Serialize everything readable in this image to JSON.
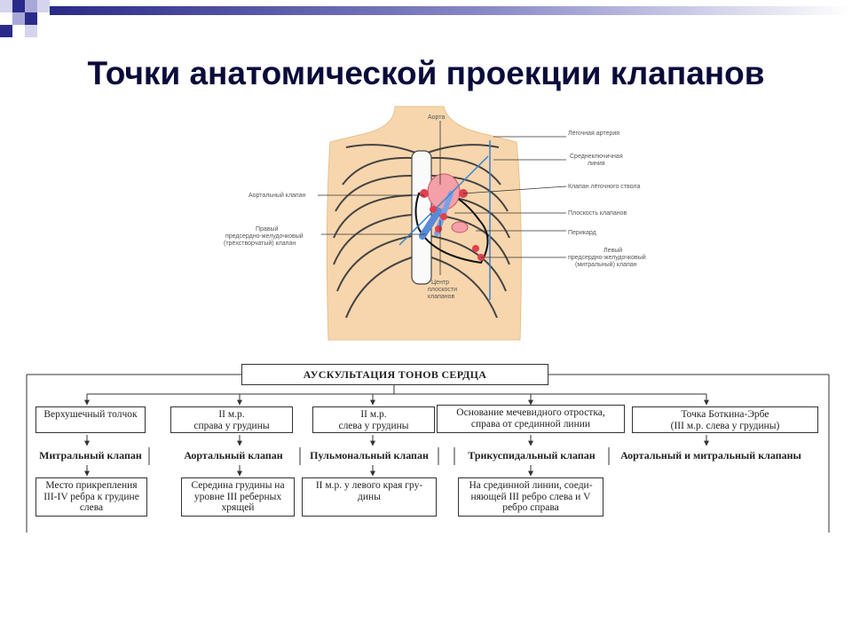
{
  "slide": {
    "title": "Точки анатомической проекции клапанов"
  },
  "anatomy": {
    "labels": {
      "aorta": "Аорта",
      "pulmonary_artery": "Лёгочная артерия",
      "midclavicular_line": [
        "Среднеключичная",
        "линия"
      ],
      "pulmonary_valve": "Клапан лёгочного ствола",
      "valve_plane": "Плоскость клапанов",
      "pericardium": "Перикард",
      "mitral": [
        "Левый",
        "предсердно-желудочковый",
        "(митральный) клапан"
      ],
      "aortic_valve": "Аортальный клапан",
      "tricuspid": [
        "Правый",
        "предсердно-желудочковый",
        "(трёхстворчатый) клапан"
      ],
      "center": [
        "Центр",
        "плоскости",
        "клапанов"
      ]
    }
  },
  "flow": {
    "header": "АУСКУЛЬТАЦИЯ ТОНОВ СЕРДЦА",
    "points": [
      {
        "lines": [
          "Верхушечный толчок"
        ]
      },
      {
        "lines": [
          "II м.р.",
          "справа у грудины"
        ]
      },
      {
        "lines": [
          "II м.р.",
          "слева у грудины"
        ]
      },
      {
        "lines": [
          "Основание мечевидного отростка,",
          "справа от срединной линии"
        ]
      },
      {
        "lines": [
          "Точка Боткина-Эрбе",
          "(III м.р. слева у грудины)"
        ]
      }
    ],
    "valves": [
      "Митральный клапан",
      "Аортальный клапан",
      "Пульмональный клапан",
      "Трикуспидальный клапан",
      "Аортальный и митральный клапаны"
    ],
    "locations": [
      {
        "lines": [
          "Место прикрепления",
          "III-IV ребра к грудине",
          "слева"
        ]
      },
      {
        "lines": [
          "Середина грудины на",
          "уровне III реберных",
          "хрящей"
        ]
      },
      {
        "lines": [
          "II м.р. у левого края гру-",
          "дины"
        ]
      },
      {
        "lines": [
          "На срединной линии, соеди-",
          "няющей III ребро слева и V",
          "ребро справа"
        ]
      }
    ]
  }
}
